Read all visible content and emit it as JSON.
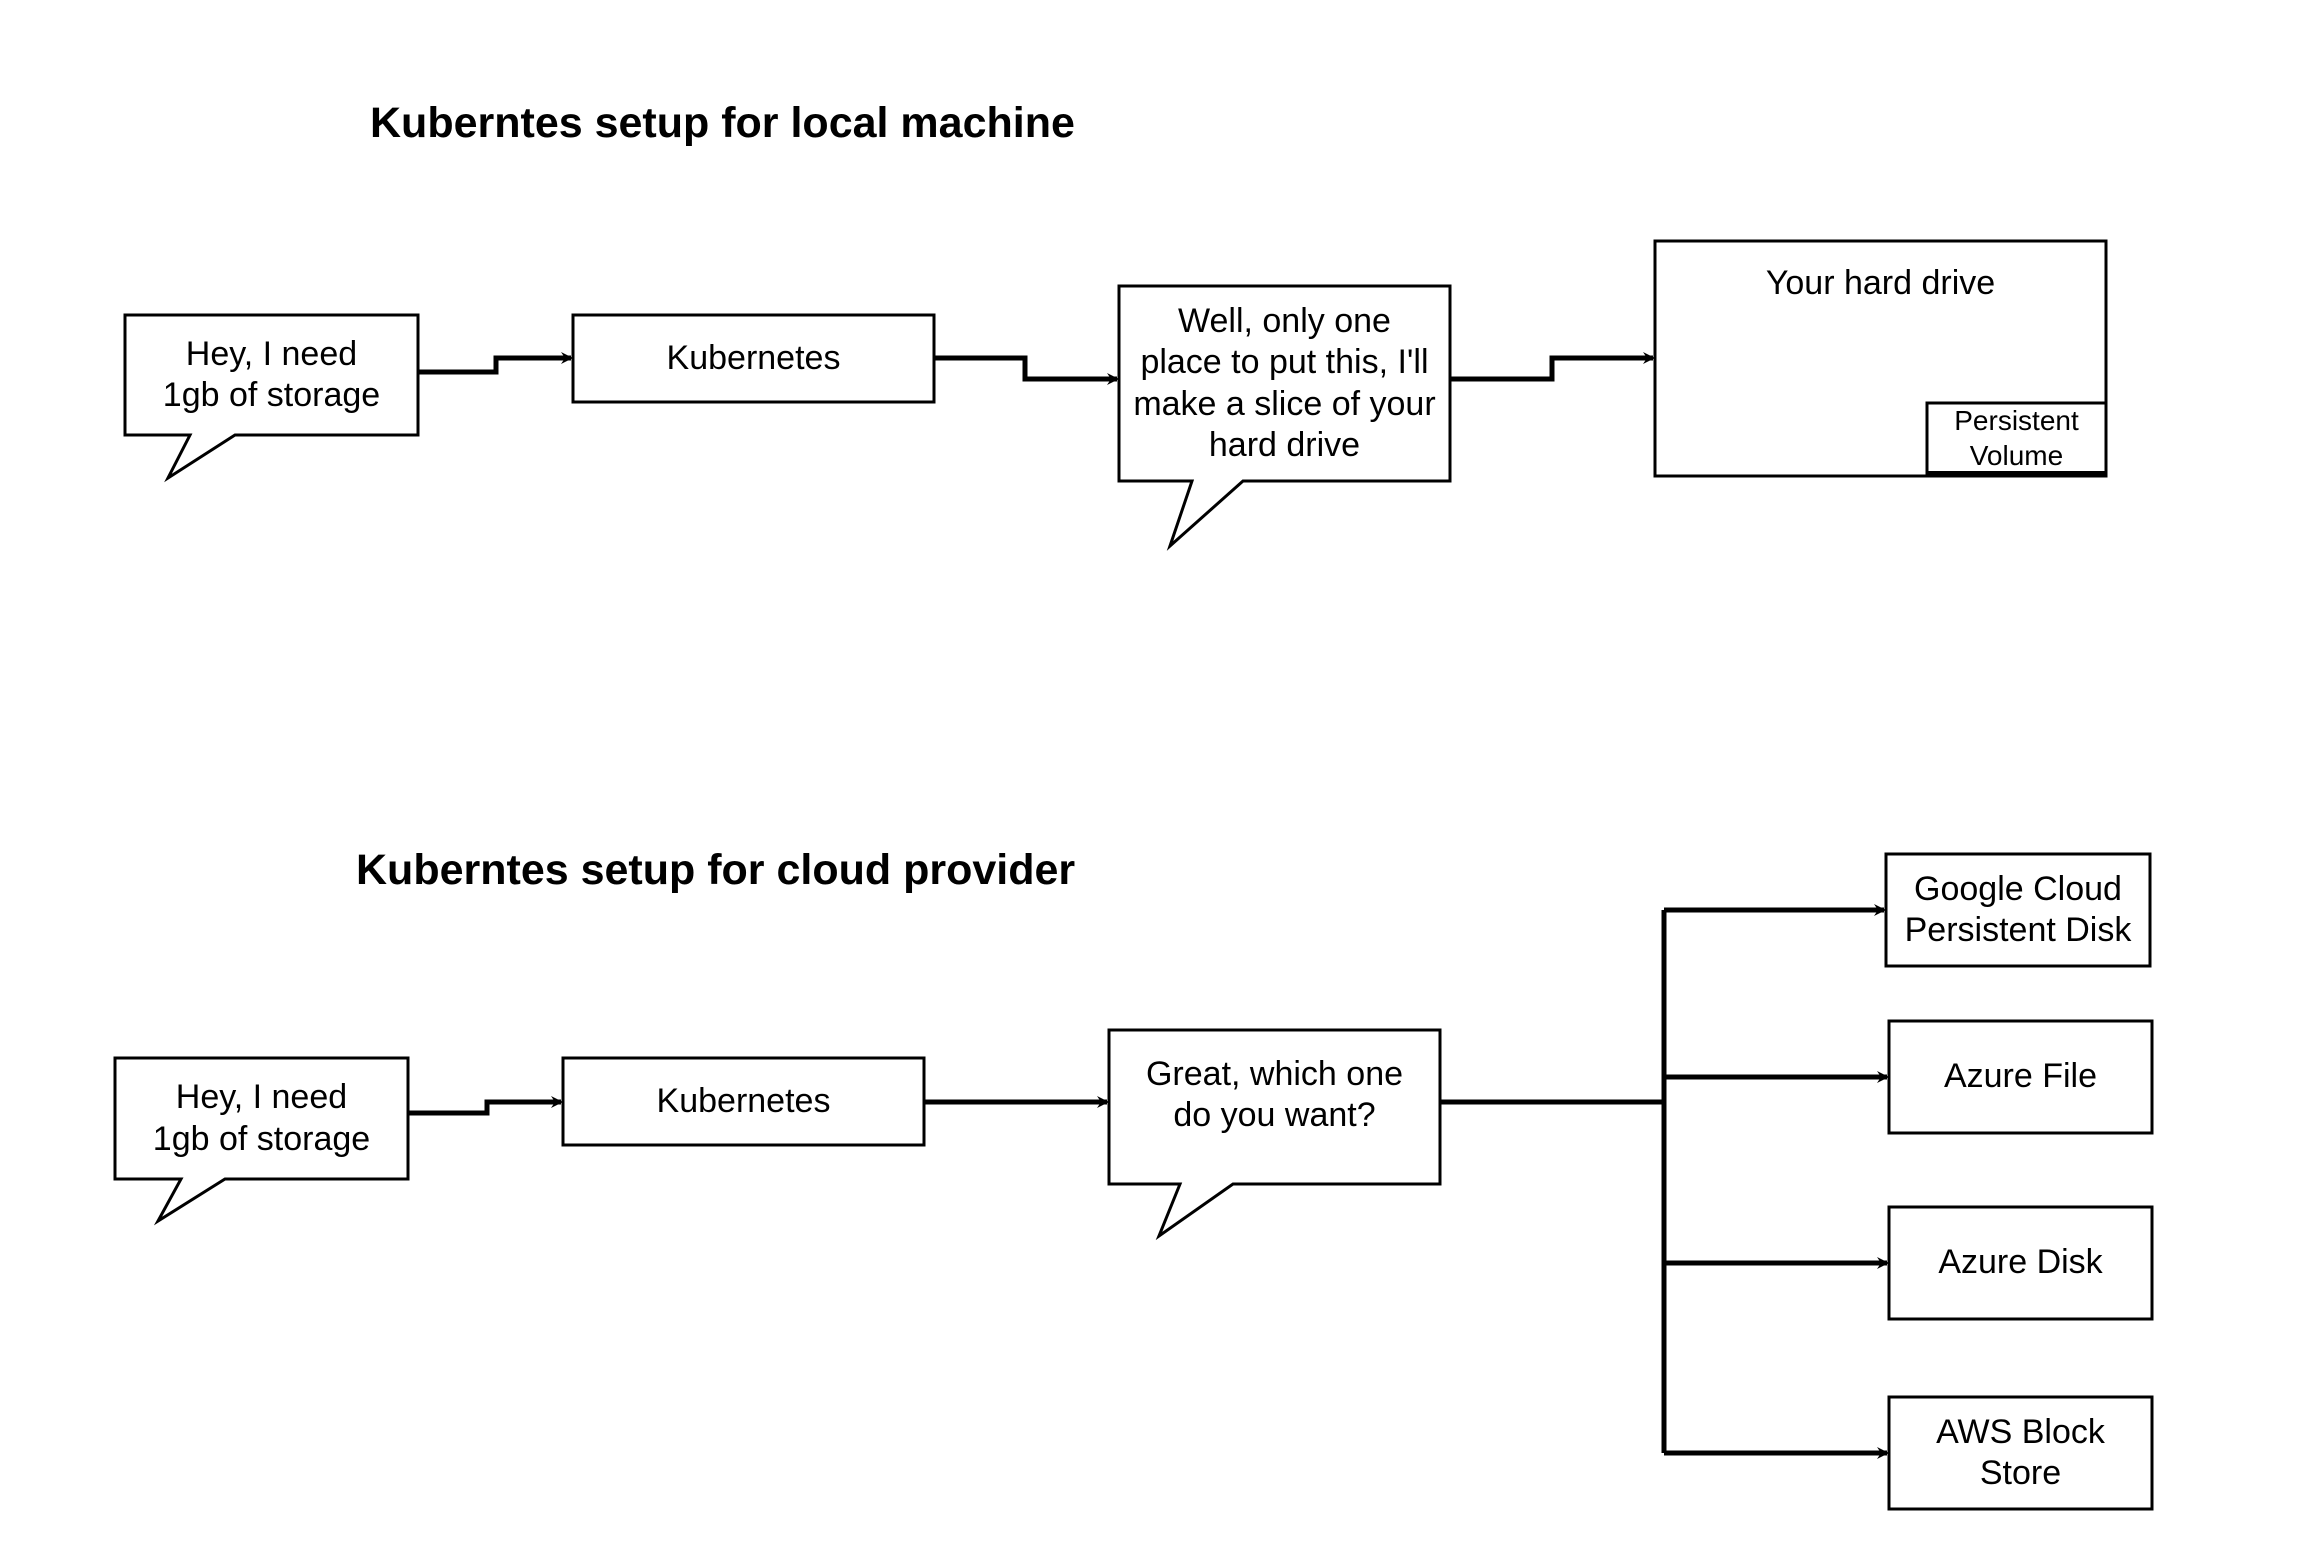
{
  "diagram": {
    "local": {
      "title": "Kuberntes setup for local machine",
      "request": "Hey, I need\n1gb of storage",
      "kubernetes": "Kubernetes",
      "response": "Well, only one\nplace to put this, I'll\nmake a slice of your\nhard drive",
      "hard_drive": "Your hard drive",
      "persistent_volume": "Persistent\nVolume"
    },
    "cloud": {
      "title": "Kuberntes setup for cloud provider",
      "request": "Hey, I need\n1gb of storage",
      "kubernetes": "Kubernetes",
      "response": "Great, which one\ndo you want?",
      "options": [
        "Google Cloud\nPersistent Disk",
        "Azure File",
        "Azure Disk",
        "AWS Block\nStore"
      ]
    }
  },
  "colors": {
    "stroke": "#000000",
    "fill": "#ffffff",
    "text": "#000000"
  }
}
